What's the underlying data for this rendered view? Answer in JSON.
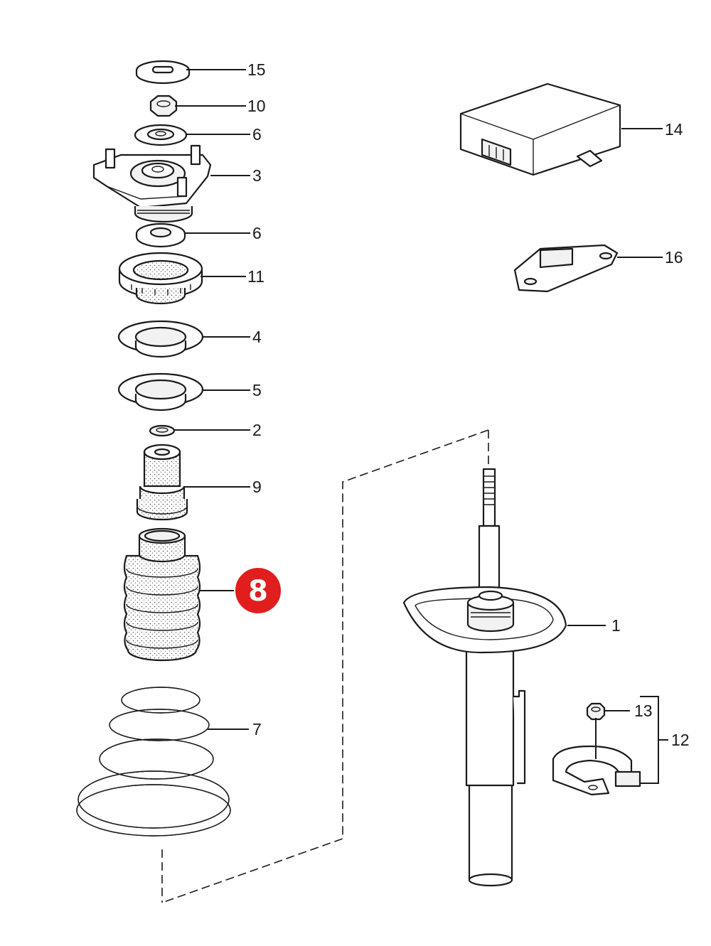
{
  "callouts": {
    "p1": "1",
    "p2": "2",
    "p3": "3",
    "p4": "4",
    "p5": "5",
    "p6a": "6",
    "p6b": "6",
    "p7": "7",
    "p9": "9",
    "p10": "10",
    "p11": "11",
    "p12": "12",
    "p13": "13",
    "p14": "14",
    "p15": "15",
    "p16": "16"
  },
  "highlight": {
    "label": "8",
    "color": "#e01e1e"
  },
  "colors": {
    "line": "#1a1a1a",
    "background": "#ffffff"
  }
}
